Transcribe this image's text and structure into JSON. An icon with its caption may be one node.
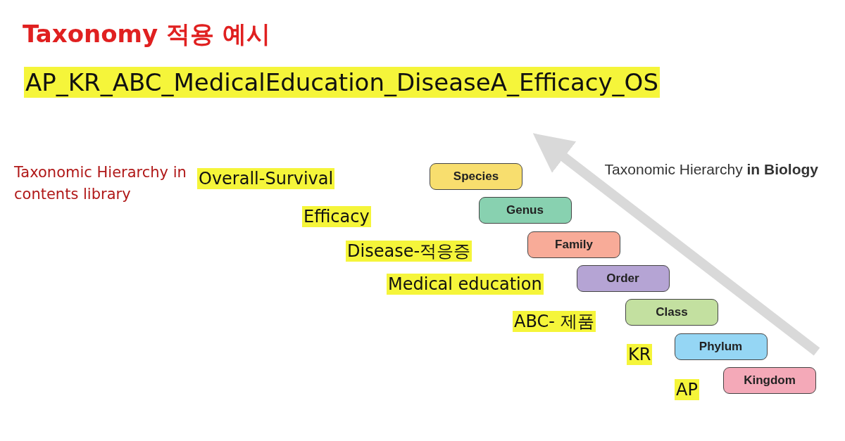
{
  "diagram": {
    "title": "Taxonomy 적용 예시",
    "nodes": [
      {
        "text": [
          "Species"
        ]
      },
      {
        "text": [
          "Genus"
        ]
      },
      {
        "text": [
          "Family"
        ]
      },
      {
        "text": [
          "Order"
        ]
      },
      {
        "text": [
          "Class"
        ]
      },
      {
        "text": [
          "Phylum"
        ]
      },
      {
        "text": [
          "Kingdom"
        ]
      }
    ],
    "labels": [
      "AP_KR_ABC_MedicalEducation_DiseaseA_Efficacy_OS",
      "Taxonomic Hierarchy in contents library",
      "Taxonomic Hierarchy **in Biology**",
      "Overall-Survival",
      "Efficacy",
      "Disease-적응증",
      "Medical education",
      "ABC- 제품",
      "KR",
      "AP"
    ]
  }
}
